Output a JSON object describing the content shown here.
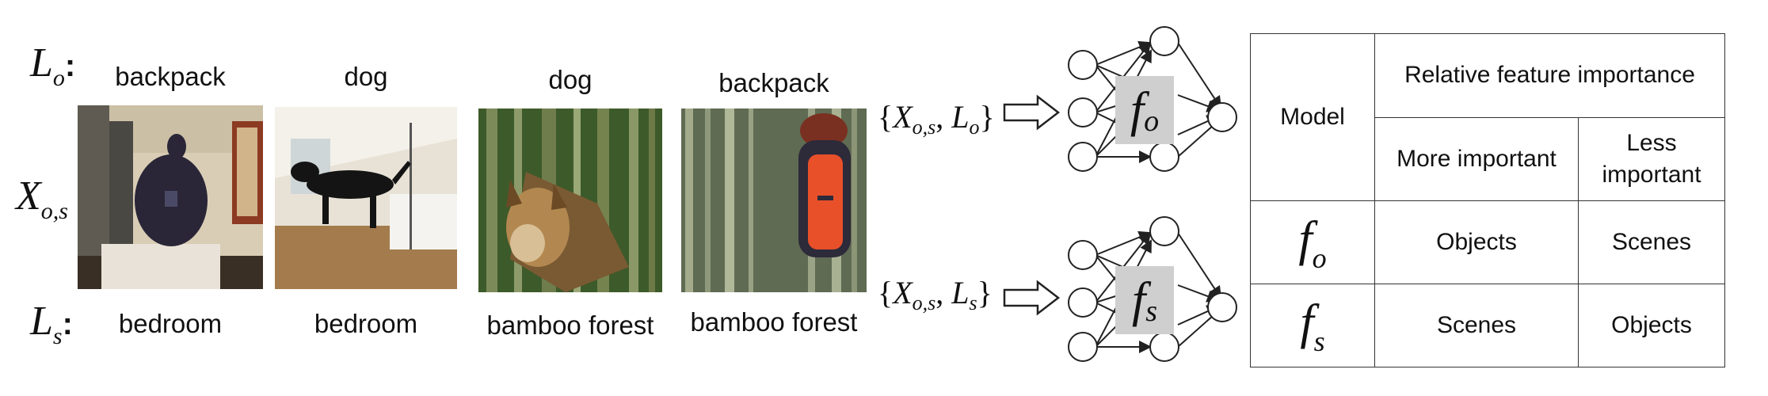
{
  "left_labels": {
    "object_label": {
      "letter": "L",
      "sub": "o",
      "colon": ":"
    },
    "image": {
      "letter": "X",
      "sub": "o,s"
    },
    "scene_label": {
      "letter": "L",
      "sub": "s",
      "colon": ":"
    }
  },
  "examples": [
    {
      "object": "backpack",
      "scene": "bedroom",
      "photo": "backpack-in-bedroom"
    },
    {
      "object": "dog",
      "scene": "bedroom",
      "photo": "dog-in-bedroom"
    },
    {
      "object": "dog",
      "scene": "bamboo forest",
      "photo": "dog-in-bamboo-forest"
    },
    {
      "object": "backpack",
      "scene": "bamboo forest",
      "photo": "backpack-in-bamboo-forest"
    }
  ],
  "training_sets": [
    {
      "open": "{",
      "x": "X",
      "x_sub": "o,s",
      "comma": ",",
      "l": "L",
      "l_sub": "o",
      "close": "}"
    },
    {
      "open": "{",
      "x": "X",
      "x_sub": "o,s",
      "comma": ",",
      "l": "L",
      "l_sub": "s",
      "close": "}"
    }
  ],
  "networks": [
    {
      "f": "f",
      "sub": "o",
      "icon": "neural-network-icon"
    },
    {
      "f": "f",
      "sub": "s",
      "icon": "neural-network-icon"
    }
  ],
  "table": {
    "model_header": "Model",
    "importance_header": "Relative feature importance",
    "more_header": "More important",
    "less_header": "Less important",
    "rows": [
      {
        "f": "f",
        "sub": "o",
        "more": "Objects",
        "less": "Scenes"
      },
      {
        "f": "f",
        "sub": "s",
        "more": "Scenes",
        "less": "Objects"
      }
    ]
  },
  "colors": {
    "network_box": "#cfcfcf",
    "backpack_bright": "#e8502a",
    "backpack_dark": "#2d2a3a"
  }
}
